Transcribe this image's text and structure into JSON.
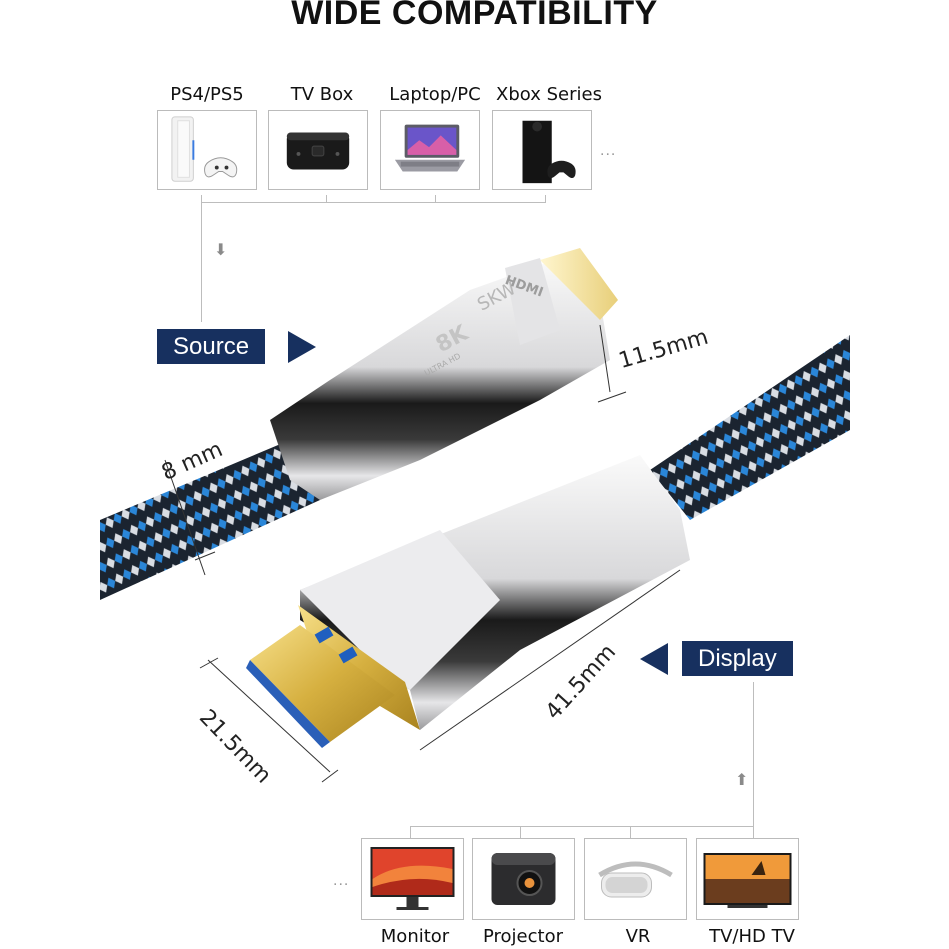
{
  "title": "WIDE COMPATIBILITY",
  "source_devices": [
    {
      "label": "PS4/PS5",
      "icon": "game-console-icon"
    },
    {
      "label": "TV Box",
      "icon": "tv-box-icon"
    },
    {
      "label": "Laptop/PC",
      "icon": "laptop-icon"
    },
    {
      "label": "Xbox Series",
      "icon": "xbox-icon"
    }
  ],
  "display_devices": [
    {
      "label": "Monitor",
      "icon": "monitor-icon"
    },
    {
      "label": "Projector",
      "icon": "projector-icon"
    },
    {
      "label": "VR",
      "icon": "vr-headset-icon"
    },
    {
      "label": "TV/HD TV",
      "icon": "tv-icon"
    }
  ],
  "ellipsis": "...",
  "source_tag": "Source",
  "display_tag": "Display",
  "dimensions": {
    "diameter": "8 mm",
    "head_thickness": "11.5mm",
    "head_length": "41.5mm",
    "plug_width": "21.5mm"
  },
  "connector_text": {
    "brand": "SKW",
    "resolution": "8K",
    "hdmi": "HDMI",
    "ultra": "ULTRA HD"
  },
  "colors": {
    "tag_bg": "#17305f",
    "braid_blue": "#1e73c8",
    "braid_dark": "#1b2430",
    "gold": "#d6b040"
  }
}
